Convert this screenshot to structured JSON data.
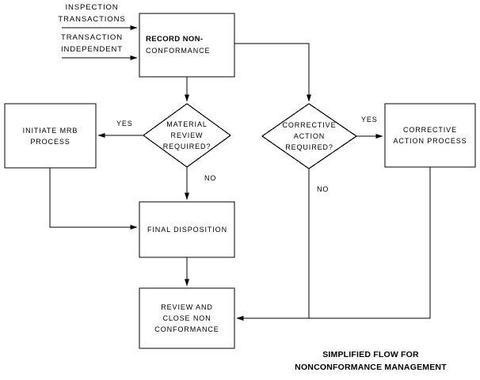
{
  "diagram": {
    "caption_line1": "SIMPLIFIED FLOW FOR",
    "caption_line2": "NONCONFORMANCE MANAGEMENT",
    "stroke_color": "#000000",
    "background_color": "#ffffff",
    "inputs": [
      {
        "id": "inspection-transactions",
        "line1": "INSPECTION",
        "line2": "TRANSACTIONS"
      },
      {
        "id": "transaction-independent",
        "line1": "TRANSACTION",
        "line2": "INDEPENDENT"
      }
    ],
    "nodes": [
      {
        "id": "record-nonconformance",
        "shape": "process",
        "lines": [
          "RECORD NON-",
          "CONFORMANCE"
        ],
        "bold_first_line": true
      },
      {
        "id": "material-review-required",
        "shape": "decision",
        "lines": [
          "MATERIAL",
          "REVIEW",
          "REQUIRED?"
        ],
        "bold_first_line": false
      },
      {
        "id": "corrective-action-required",
        "shape": "decision",
        "lines": [
          "CORRECTIVE",
          "ACTION",
          "REQUIRED?"
        ],
        "bold_first_line": false
      },
      {
        "id": "initiate-mrb-process",
        "shape": "process",
        "lines": [
          "INITIATE MRB",
          "PROCESS"
        ],
        "bold_first_line": false
      },
      {
        "id": "corrective-action-process",
        "shape": "process",
        "lines": [
          "CORRECTIVE",
          "ACTION PROCESS"
        ],
        "bold_first_line": false
      },
      {
        "id": "final-disposition",
        "shape": "process",
        "lines": [
          "FINAL DISPOSITION"
        ],
        "bold_first_line": false
      },
      {
        "id": "review-close-nonconformance",
        "shape": "process",
        "lines": [
          "REVIEW AND",
          "CLOSE NON",
          "CONFORMANCE"
        ],
        "bold_first_line": false
      }
    ],
    "edge_labels": [
      {
        "id": "material-review-yes",
        "text": "YES"
      },
      {
        "id": "material-review-no",
        "text": "NO"
      },
      {
        "id": "corrective-action-yes",
        "text": "YES"
      },
      {
        "id": "corrective-action-no",
        "text": "NO"
      }
    ]
  }
}
